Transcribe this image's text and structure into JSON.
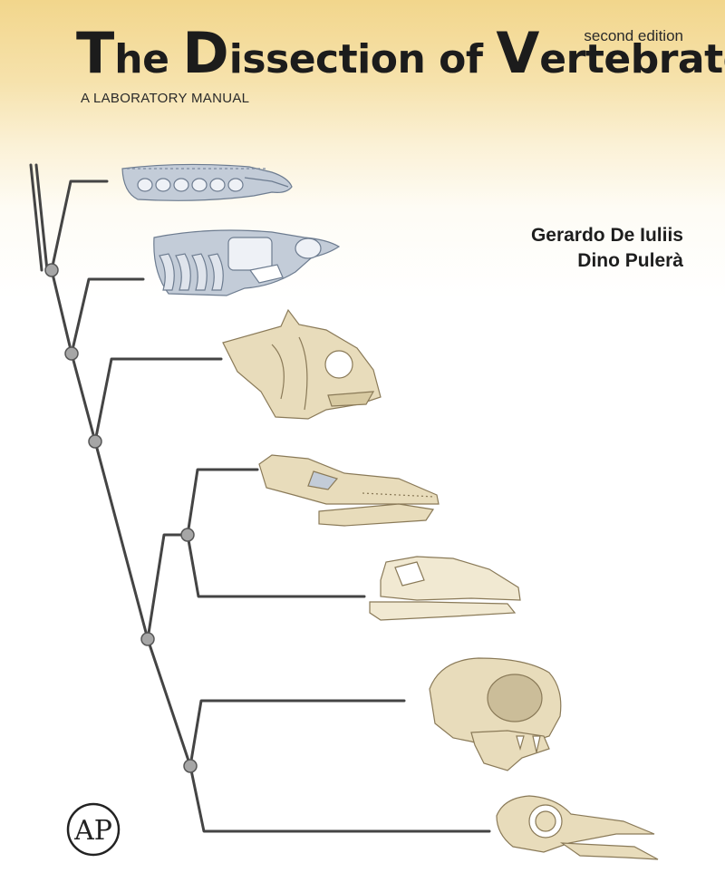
{
  "cover": {
    "edition": "second edition",
    "title_parts": [
      {
        "text": "T",
        "size": "big"
      },
      {
        "text": "he ",
        "size": "small"
      },
      {
        "text": "D",
        "size": "big"
      },
      {
        "text": "issection of ",
        "size": "small"
      },
      {
        "text": "V",
        "size": "big"
      },
      {
        "text": "ertebrates",
        "size": "small"
      }
    ],
    "subtitle": "A LABORATORY MANUAL",
    "authors": [
      "Gerardo De Iuliis",
      "Dino Pulerà"
    ],
    "publisher_logo": "AP",
    "colors": {
      "banner_top": "#f2d68c",
      "tree_line": "#444444",
      "node_fill": "#a6a6a6",
      "bone": "#e8dcbb",
      "cartilage": "#c3ccd8"
    },
    "specimens": [
      {
        "name": "lamprey-skeleton-figure",
        "tissue": "cartilage"
      },
      {
        "name": "shark-skeleton-figure",
        "tissue": "cartilage"
      },
      {
        "name": "fish-skull-figure",
        "tissue": "bone"
      },
      {
        "name": "reptile-skull-figure",
        "tissue": "bone"
      },
      {
        "name": "lizard-skull-figure",
        "tissue": "bone"
      },
      {
        "name": "cat-skull-figure",
        "tissue": "bone"
      },
      {
        "name": "bird-skull-figure",
        "tissue": "bone"
      }
    ]
  }
}
